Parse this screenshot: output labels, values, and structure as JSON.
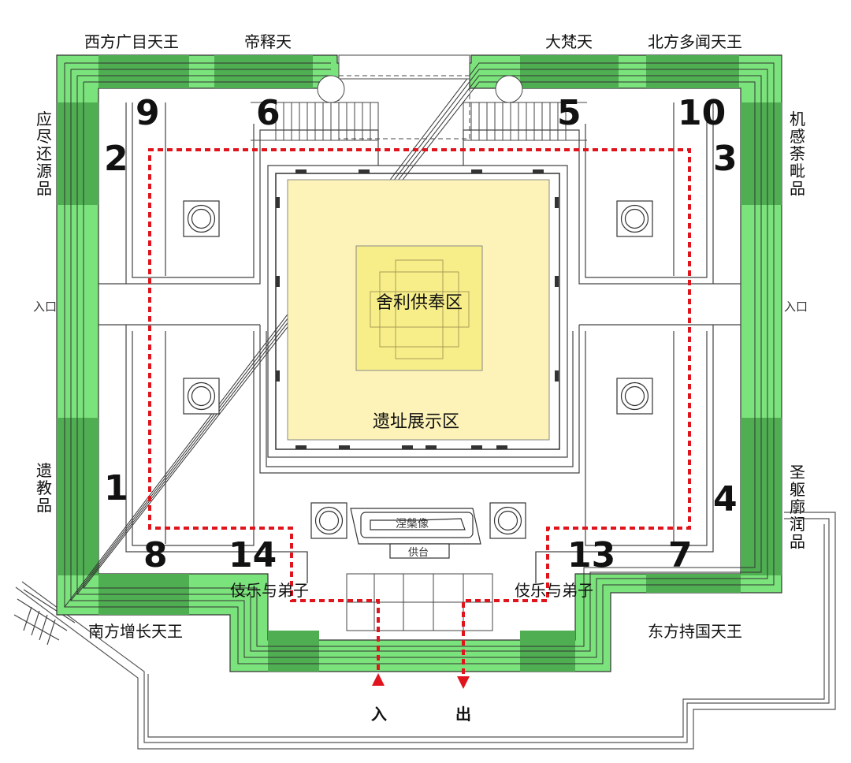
{
  "labels": {
    "top_west_king": "西方广目天王",
    "top_indra": "帝释天",
    "top_brahma": "大梵天",
    "top_north_king": "北方多闻天王",
    "bottom_south_king": "南方增长天王",
    "bottom_east_king": "东方持国天王",
    "left_upper": "应尽还源品",
    "left_lower": "遗教品",
    "right_upper": "机感荼毗品",
    "right_lower": "圣躯廓润品",
    "left_entrance": "入口",
    "right_entrance": "入口",
    "musicians_left": "伎乐与弟子",
    "musicians_right": "伎乐与弟子",
    "relic_zone": "舍利供奉区",
    "site_zone": "遗址展示区",
    "nirvana_statue": "涅槃像",
    "altar": "供台",
    "enter": "入",
    "exit": "出"
  },
  "numbers": {
    "n1": "1",
    "n2": "2",
    "n3": "3",
    "n4": "4",
    "n5": "5",
    "n6": "6",
    "n7": "7",
    "n8": "8",
    "n9": "9",
    "n10": "10",
    "n13": "13",
    "n14": "14"
  },
  "colors": {
    "border_light": "#7be37b",
    "border_dark": "#4fae52",
    "site_zone": "#fdf3b8",
    "relic_zone": "#f7ee8a",
    "route": "#e0141c"
  }
}
